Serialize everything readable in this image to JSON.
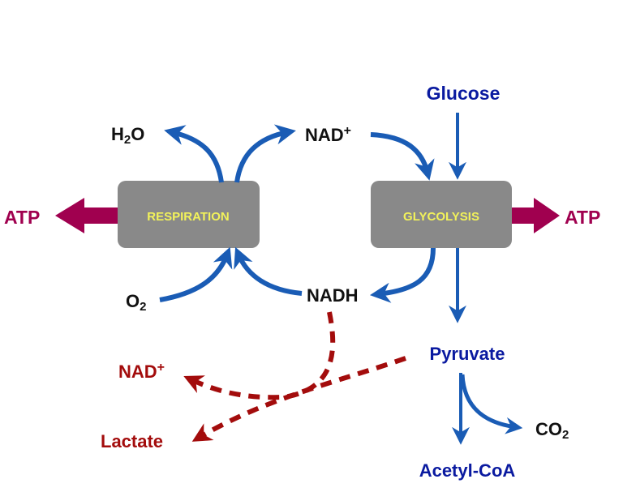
{
  "colors": {
    "blue_arrow": "#1a5cb5",
    "dark_blue_text": "#0a1aa0",
    "black_text": "#111111",
    "atp": "#a0004f",
    "anaerobic": "#a30c0c",
    "box_fill": "#898989",
    "box_text": "#f2f25a"
  },
  "nodes": {
    "respiration": "RESPIRATION",
    "glycolysis": "GLYCOLYSIS",
    "glucose": "Glucose",
    "pyruvate": "Pyruvate",
    "acetyl_coa": "Acetyl-CoA",
    "co2_main": "CO",
    "co2_sub": "2",
    "h2o_h": "H",
    "h2o_sub": "2",
    "h2o_o": "O",
    "o2_main": "O",
    "o2_sub": "2",
    "nad_plus": "NAD",
    "nad_plus_sup": "+",
    "nadh": "NADH",
    "atp_left": "ATP",
    "atp_right": "ATP",
    "nad_plus_anaerobic": "NAD",
    "nad_plus_anaerobic_sup": "+",
    "lactate": "Lactate"
  }
}
